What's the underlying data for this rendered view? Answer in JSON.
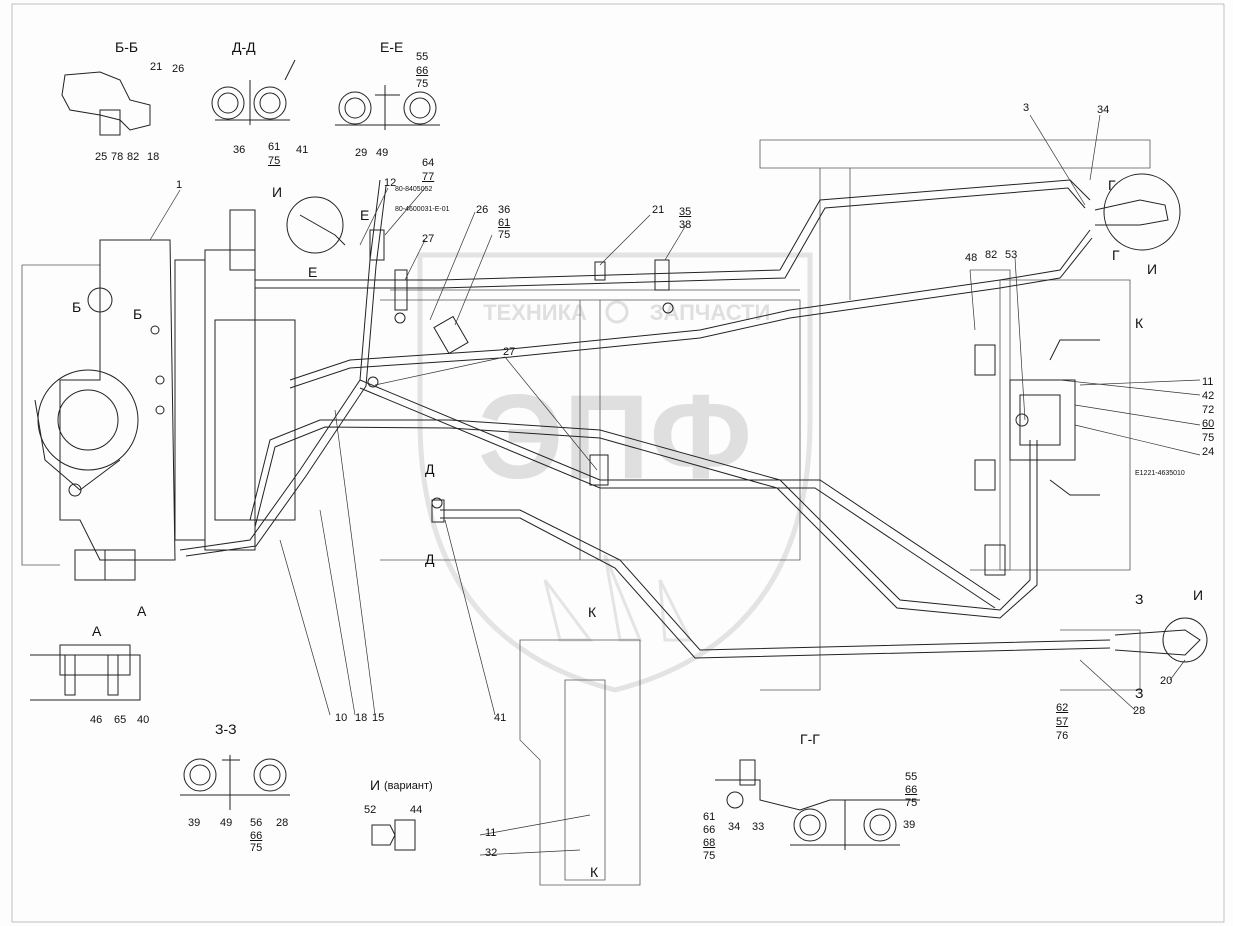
{
  "watermark": {
    "logo_text": "ЭПФ",
    "left_word": "ТЕХНИКА",
    "right_word": "ЗАПЧАСТИ"
  },
  "sections": {
    "bb": "Б-Б",
    "dd": "Д-Д",
    "ee": "Е-Е",
    "a": "А",
    "zz": "З-З",
    "i_variant": "И",
    "i_variant_note": "(вариант)",
    "gg": "Г-Г"
  },
  "markers": {
    "b_left": "Б",
    "b_right": "Б",
    "e_top": "Е",
    "e_bottom": "Е",
    "i_left": "И",
    "i_right": "И",
    "i_bottom": "И",
    "g_top": "Г",
    "g_right": "Г",
    "k_right": "К",
    "k_bottom": "К",
    "d_top": "Д",
    "d_bottom": "Д",
    "a_arrow": "А",
    "z_top": "З",
    "z_bottom": "З"
  },
  "part_codes": {
    "code1": "80-8405052",
    "code2": "80-4600031-Е-01",
    "code3": "Е1221-4635010"
  },
  "callouts": {
    "n1": "1",
    "n3": "3",
    "n10": "10",
    "n11a": "11",
    "n11b": "11",
    "n12": "12",
    "n15": "15",
    "n18": "18",
    "n20": "20",
    "n21a": "21",
    "n21b": "21",
    "n24": "24",
    "n25": "25",
    "n26a": "26",
    "n26b": "26",
    "n27a": "27",
    "n27b": "27",
    "n28a": "28",
    "n28b": "28",
    "n29": "29",
    "n32": "32",
    "n33": "33",
    "n34a": "34",
    "n34b": "34",
    "n35": "35",
    "n36a": "36",
    "n36b": "36",
    "n38": "38",
    "n39a": "39",
    "n39b": "39",
    "n40": "40",
    "n41a": "41",
    "n41b": "41",
    "n42": "42",
    "n44": "44",
    "n46": "46",
    "n48": "48",
    "n49a": "49",
    "n49b": "49",
    "n52": "52",
    "n53": "53",
    "n55a": "55",
    "n55b": "55",
    "n56": "56",
    "n57": "57",
    "n60": "60",
    "n61a": "61",
    "n61b": "61",
    "n61c": "61",
    "n62": "62",
    "n64": "64",
    "n65": "65",
    "n66a": "66",
    "n66b": "66",
    "n66c": "66",
    "n66d": "66",
    "n68": "68",
    "n72": "72",
    "n75a": "75",
    "n75b": "75",
    "n75c": "75",
    "n75d": "75",
    "n75e": "75",
    "n75f": "75",
    "n75g": "75",
    "n76": "76",
    "n77": "77",
    "n78": "78",
    "n82a": "82",
    "n82b": "82",
    "n18b": "18"
  }
}
